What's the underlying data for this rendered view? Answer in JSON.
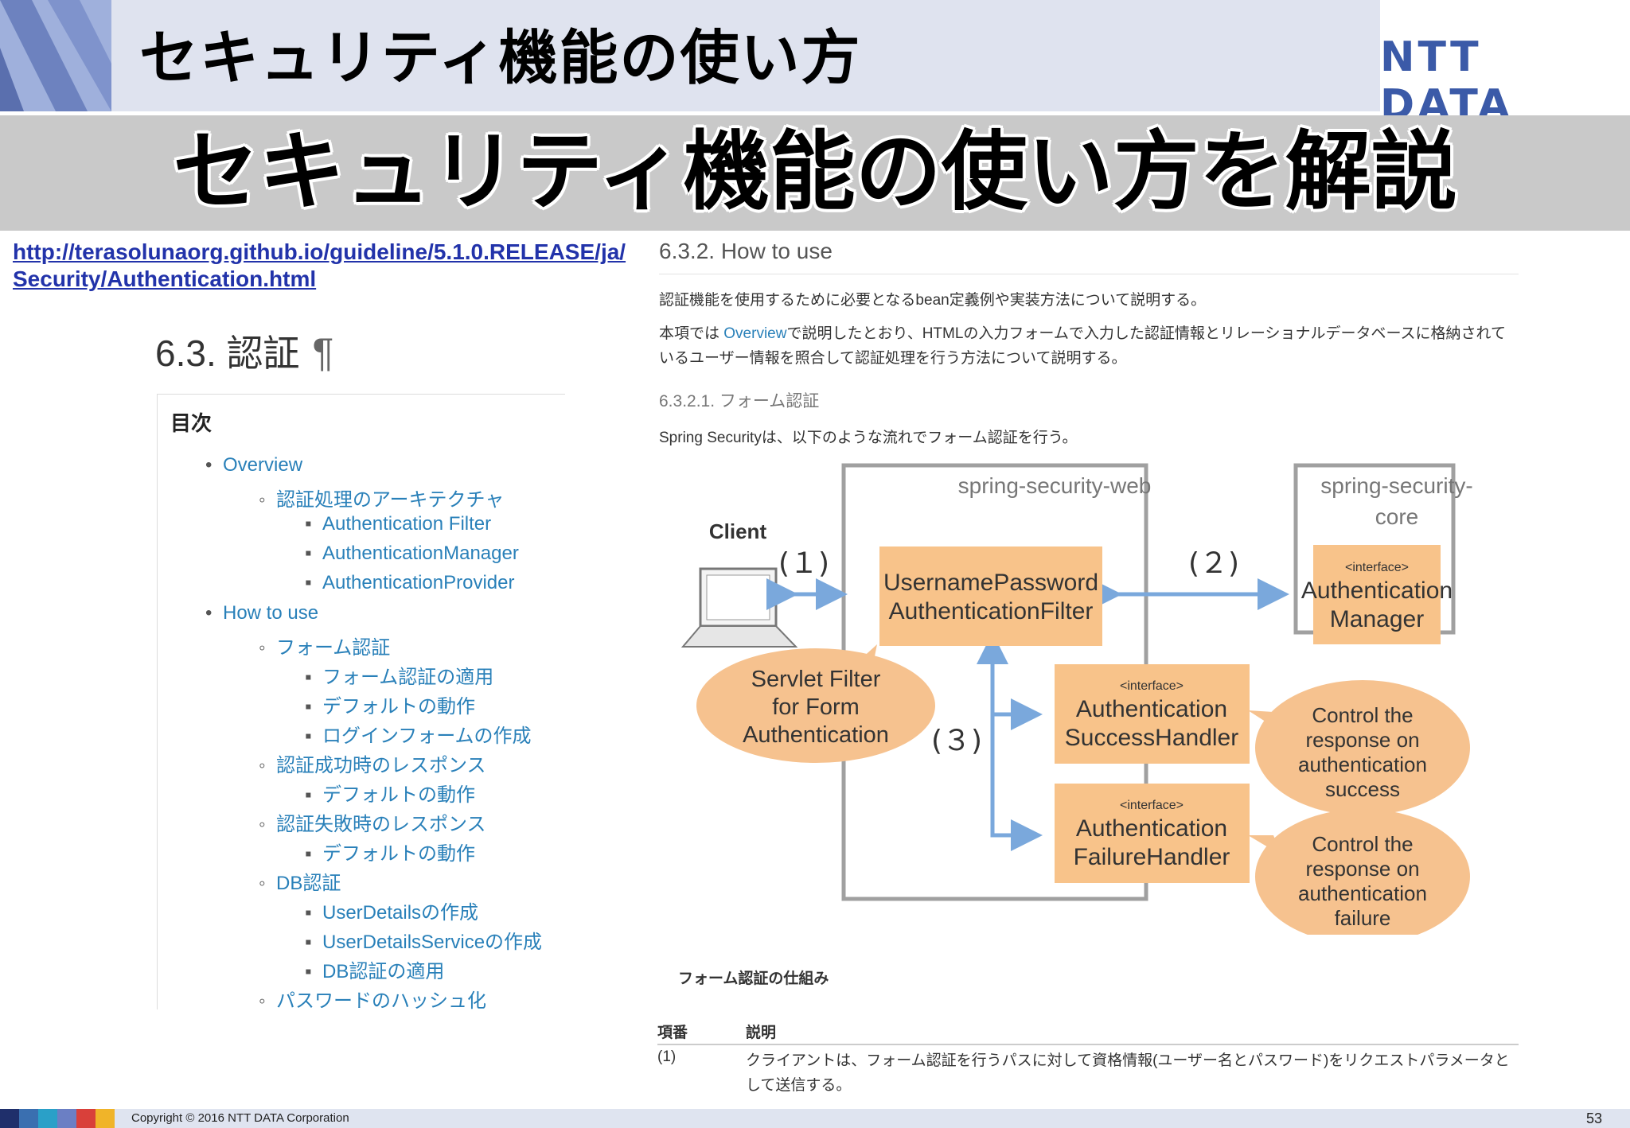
{
  "header": {
    "title": "セキュリティ機能の使い方",
    "brand": "NTT DATA"
  },
  "banner": {
    "text": "セキュリティ機能の使い方を解説"
  },
  "left": {
    "url_line1": "http://terasolunaorg.github.io/guideline/5.1.0.RELEASE/ja/",
    "url_line2": "Security/Authentication.html",
    "section_title": "6.3. 認証",
    "pilcrow": "¶",
    "toc_heading": "目次",
    "toc": [
      {
        "bullet": "•",
        "label": "Overview"
      },
      {
        "bullet": "◦",
        "label": "認証処理のアーキテクチャ"
      },
      {
        "bullet": "▪",
        "label": "Authentication Filter"
      },
      {
        "bullet": "▪",
        "label": "AuthenticationManager"
      },
      {
        "bullet": "▪",
        "label": "AuthenticationProvider"
      },
      {
        "bullet": "•",
        "label": "How to use"
      },
      {
        "bullet": "◦",
        "label": "フォーム認証"
      },
      {
        "bullet": "▪",
        "label": "フォーム認証の適用"
      },
      {
        "bullet": "▪",
        "label": "デフォルトの動作"
      },
      {
        "bullet": "▪",
        "label": "ログインフォームの作成"
      },
      {
        "bullet": "◦",
        "label": "認証成功時のレスポンス"
      },
      {
        "bullet": "▪",
        "label": "デフォルトの動作"
      },
      {
        "bullet": "◦",
        "label": "認証失敗時のレスポンス"
      },
      {
        "bullet": "▪",
        "label": "デフォルトの動作"
      },
      {
        "bullet": "◦",
        "label": "DB認証"
      },
      {
        "bullet": "▪",
        "label": "UserDetailsの作成"
      },
      {
        "bullet": "▪",
        "label": "UserDetailsServiceの作成"
      },
      {
        "bullet": "▪",
        "label": "DB認証の適用"
      },
      {
        "bullet": "◦",
        "label": "パスワードのハッシュ化"
      }
    ]
  },
  "right": {
    "heading": "6.3.2. How to use",
    "para1": "認証機能を使用するために必要となるbean定義例や実装方法について説明する。",
    "para2_pre": "本項では ",
    "para2_link": "Overview",
    "para2_post": "で説明したとおり、HTMLの入力フォームで入力した認証情報とリレーショナルデータベースに格納されているユーザー情報を照合して認証処理を行う方法について説明する。",
    "subheading": "6.3.2.1. フォーム認証",
    "para3": "Spring Securityは、以下のような流れでフォーム認証を行う。",
    "caption": "フォーム認証の仕組み",
    "table": {
      "col1": "項番",
      "col2": "説明",
      "row1_no": "(1)",
      "row1_text": "クライアントは、フォーム認証を行うパスに対して資格情報(ユーザー名とパスワード)をリクエストパラメータとして送信する。"
    }
  },
  "diagram": {
    "box_web": "spring-security-web",
    "box_core_1": "spring-security-",
    "box_core_2": "core",
    "client": "Client",
    "step1": "(１)",
    "step2": "(２)",
    "step3": "(３)",
    "filter_1": "UsernamePassword",
    "filter_2": "AuthenticationFilter",
    "interface_tag": "<interface>",
    "manager_1": "Authentication",
    "manager_2": "Manager",
    "success_1": "Authentication",
    "success_2": "SuccessHandler",
    "failure_1": "Authentication",
    "failure_2": "FailureHandler",
    "bubble_filter_1": "Servlet Filter",
    "bubble_filter_2": "for Form",
    "bubble_filter_3": "Authentication",
    "bubble_success_1": "Control the",
    "bubble_success_2": "response on",
    "bubble_success_3": "authentication",
    "bubble_success_4": "success",
    "bubble_failure_1": "Control the",
    "bubble_failure_2": "response on",
    "bubble_failure_3": "authentication",
    "bubble_failure_4": "failure"
  },
  "footer": {
    "copyright": "Copyright © 2016 NTT DATA Corporation",
    "page": "53",
    "colors": [
      "#1f2f6b",
      "#3a6fb0",
      "#2aa0c8",
      "#6b7fc4",
      "#d9403a",
      "#f0b429"
    ]
  },
  "colors": {
    "box_fill": "#f8c38a",
    "arrow": "#7aa8dc",
    "link": "#2980b9",
    "brand": "#3b5aa8"
  }
}
